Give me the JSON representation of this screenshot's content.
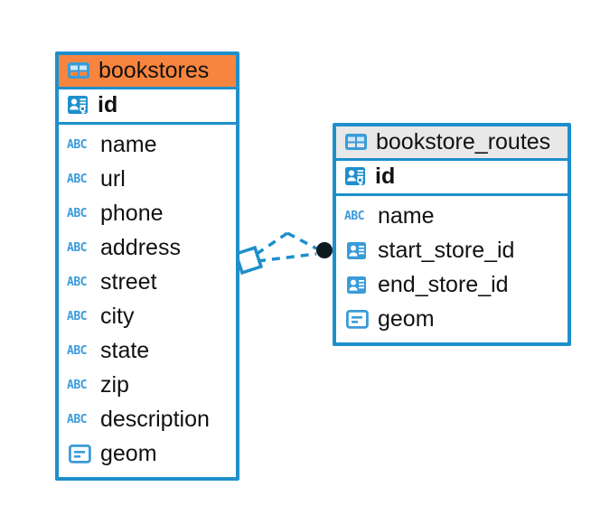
{
  "diagram": {
    "type": "entity-relationship-diagram",
    "background_color": "#FFFFFF",
    "accent_color": "#1E8FCC",
    "highlight_color": "#F8853F",
    "header_grey": "#E8E8E8",
    "icon_blue": "#3A9BD9"
  },
  "entities": [
    {
      "id": "bookstores",
      "title": "bookstores",
      "header_style": "orange",
      "table_icon": "table-icon",
      "primary_key": {
        "name": "id",
        "icon": "primary-key-icon"
      },
      "fields": [
        {
          "name": "name",
          "icon": "abc-text-icon",
          "icon_label": "ABC"
        },
        {
          "name": "url",
          "icon": "abc-text-icon",
          "icon_label": "ABC"
        },
        {
          "name": "phone",
          "icon": "abc-text-icon",
          "icon_label": "ABC"
        },
        {
          "name": "address",
          "icon": "abc-text-icon",
          "icon_label": "ABC"
        },
        {
          "name": "street",
          "icon": "abc-text-icon",
          "icon_label": "ABC"
        },
        {
          "name": "city",
          "icon": "abc-text-icon",
          "icon_label": "ABC"
        },
        {
          "name": "state",
          "icon": "abc-text-icon",
          "icon_label": "ABC"
        },
        {
          "name": "zip",
          "icon": "abc-text-icon",
          "icon_label": "ABC"
        },
        {
          "name": "description",
          "icon": "abc-text-icon",
          "icon_label": "ABC"
        },
        {
          "name": "geom",
          "icon": "geometry-icon",
          "icon_label": ""
        }
      ]
    },
    {
      "id": "bookstore_routes",
      "title": "bookstore_routes",
      "header_style": "grey",
      "table_icon": "table-icon",
      "primary_key": {
        "name": "id",
        "icon": "primary-key-icon"
      },
      "fields": [
        {
          "name": "name",
          "icon": "abc-text-icon",
          "icon_label": "ABC"
        },
        {
          "name": "start_store_id",
          "icon": "foreign-key-icon",
          "icon_label": ""
        },
        {
          "name": "end_store_id",
          "icon": "foreign-key-icon",
          "icon_label": ""
        },
        {
          "name": "geom",
          "icon": "geometry-icon",
          "icon_label": ""
        }
      ]
    }
  ],
  "relationship": {
    "line_style": "dashed",
    "line_color": "#1E8FCC",
    "source_endpoint": "diamond-outline",
    "target_endpoint": "filled-circle",
    "target_endpoint_color": "#101820"
  }
}
